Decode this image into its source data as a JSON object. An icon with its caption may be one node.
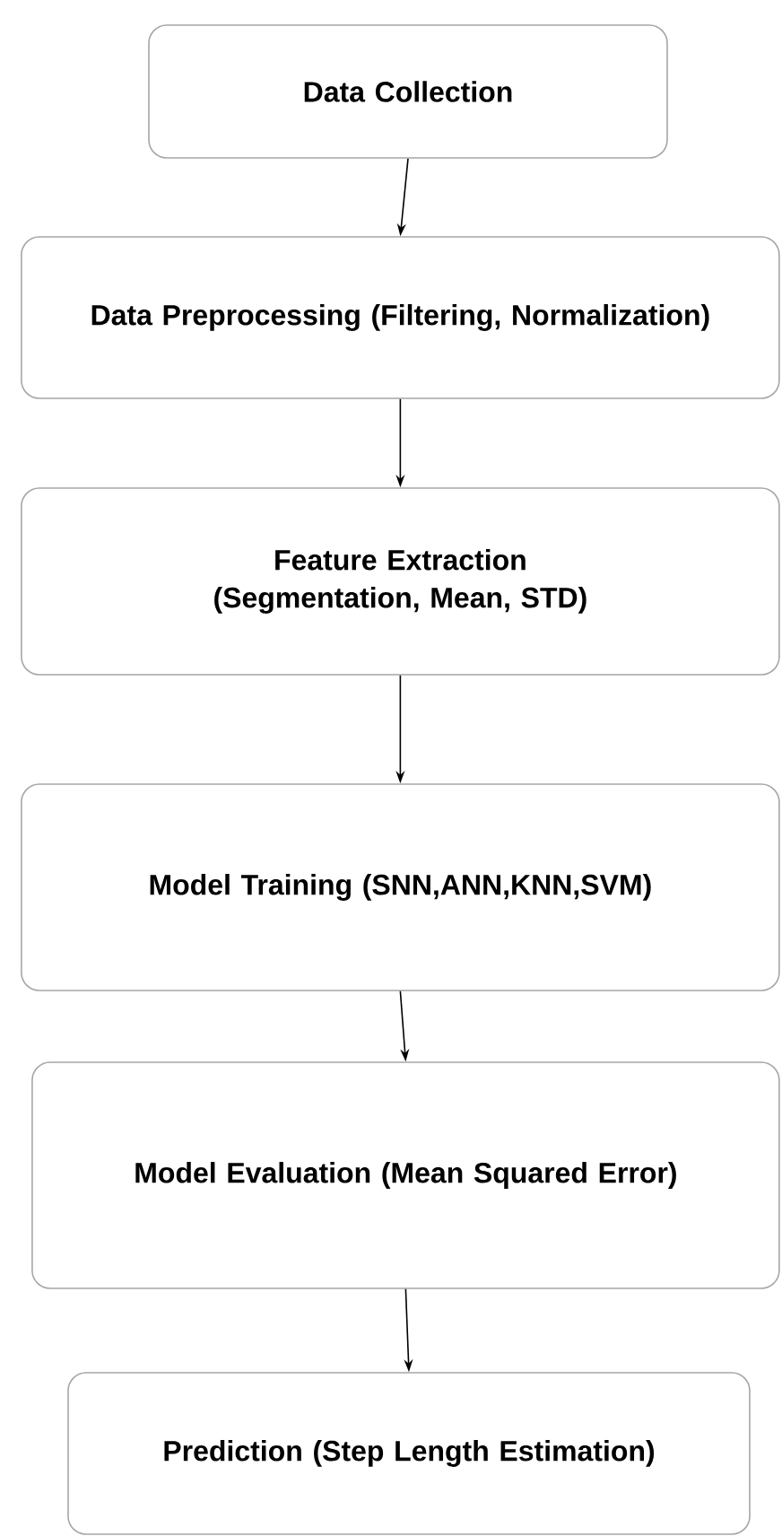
{
  "diagram": {
    "nodes": [
      {
        "text": [
          "Data Collection"
        ]
      },
      {
        "text": [
          "Data Preprocessing (Filtering, Normalization)"
        ]
      },
      {
        "text": [
          "Feature Extraction (Segmentation, Mean, STD)"
        ]
      },
      {
        "text": [
          "Model Training (SNN,ANN,KNN,SVM)"
        ]
      },
      {
        "text": [
          "Model Evaluation (Mean Squared Error)"
        ]
      },
      {
        "text": [
          "Prediction (Step Length Estimation)"
        ]
      }
    ],
    "edges": [
      {
        "from": 0,
        "to": 1,
        "arrow": "to"
      },
      {
        "from": 1,
        "to": 2,
        "arrow": "to"
      },
      {
        "from": 2,
        "to": 3,
        "arrow": "to"
      },
      {
        "from": 3,
        "to": 4,
        "arrow": "to"
      },
      {
        "from": 4,
        "to": 5,
        "arrow": "to"
      }
    ]
  }
}
